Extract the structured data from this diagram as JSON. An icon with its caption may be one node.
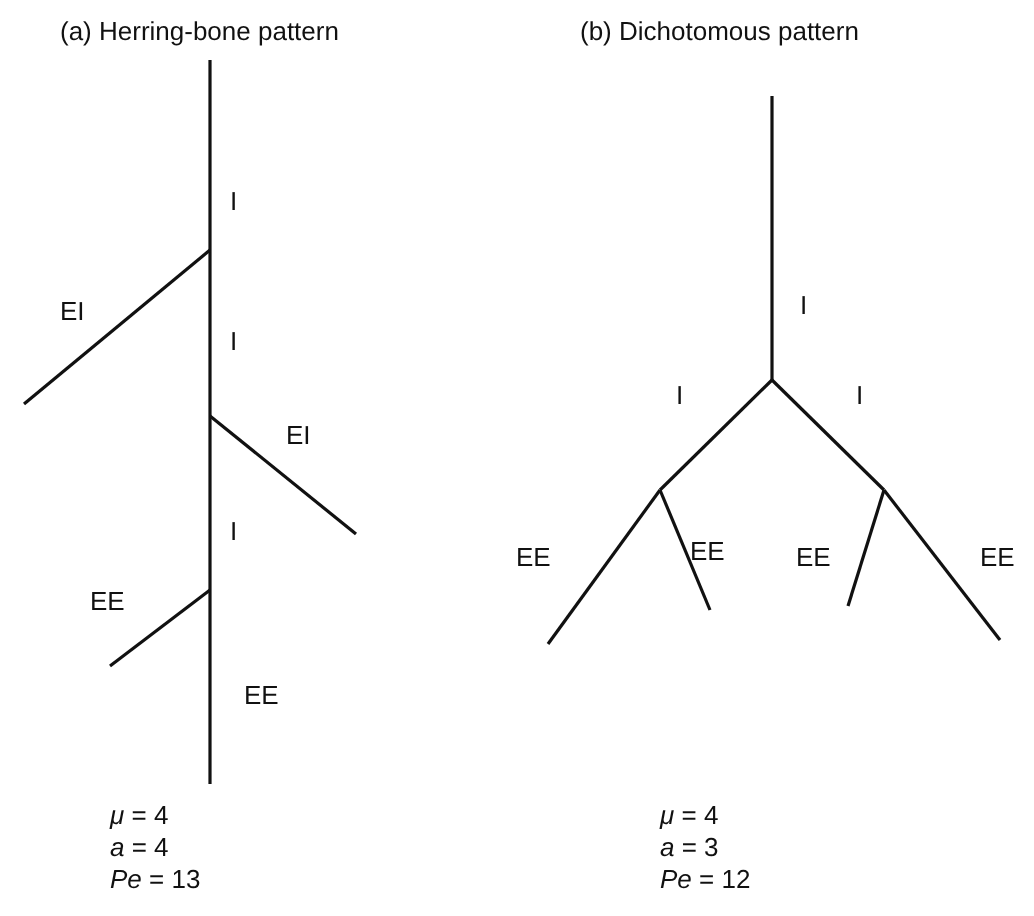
{
  "diagram": {
    "labels": [
      "(a) Herring-bone pattern",
      "(b) Dichotomous pattern",
      "I",
      "EI",
      "I",
      "EI",
      "I",
      "EE",
      "EE",
      "I",
      "I",
      "I",
      "EE",
      "EE",
      "EE",
      "EE",
      "*μ* = 4",
      "*a* = 4",
      "*Pe* = 13",
      "*μ* = 4",
      "*a* = 3",
      "*Pe* = 12"
    ]
  }
}
